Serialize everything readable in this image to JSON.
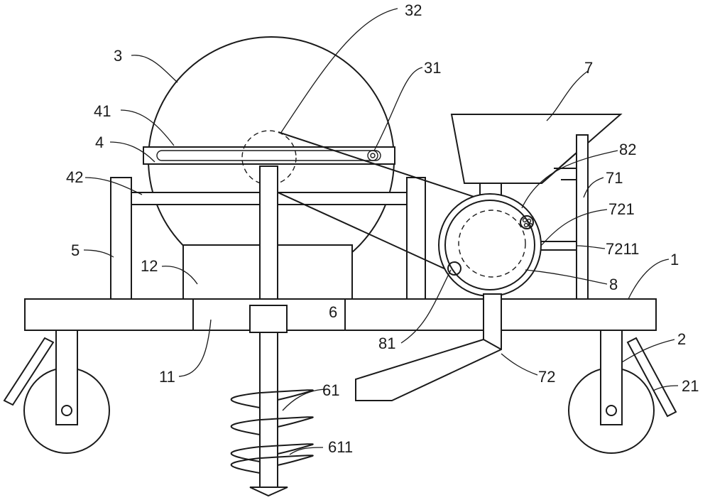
{
  "labels": {
    "l1": "1",
    "l2": "2",
    "l3": "3",
    "l4": "4",
    "l5": "5",
    "l6": "6",
    "l7": "7",
    "l8": "8",
    "l11": "11",
    "l12": "12",
    "l21": "21",
    "l31": "31",
    "l32": "32",
    "l41": "41",
    "l42": "42",
    "l61": "61",
    "l71": "71",
    "l72": "72",
    "l81": "81",
    "l82": "82",
    "l611": "611",
    "l721": "721",
    "l7211": "7211"
  }
}
